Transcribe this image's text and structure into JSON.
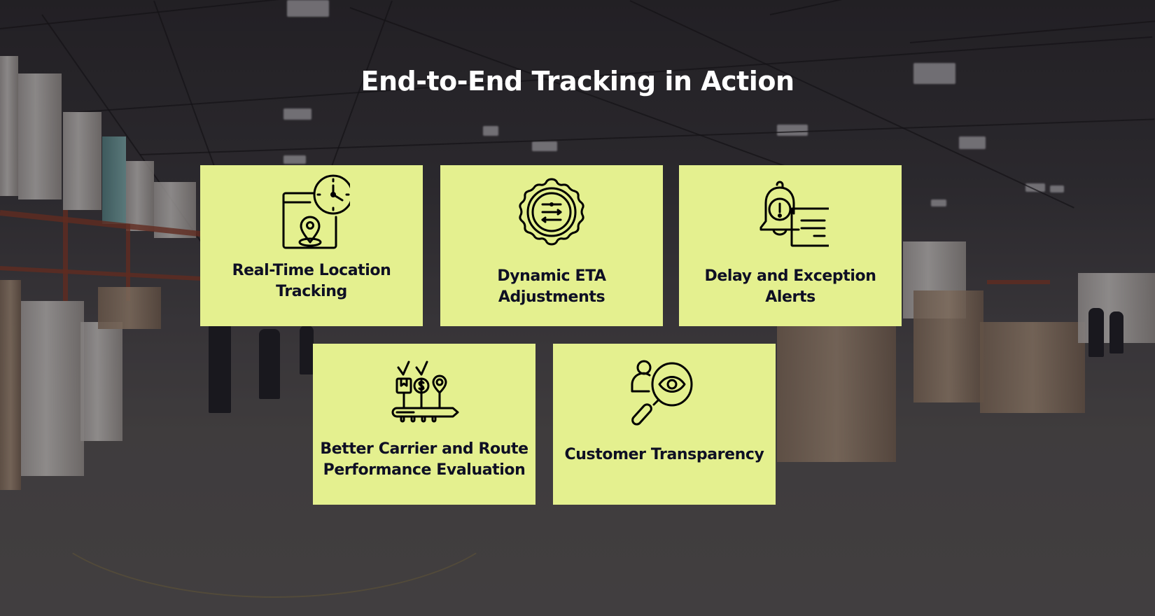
{
  "title": "End-to-End Tracking in Action",
  "colors": {
    "card_background": "#e4f08f",
    "card_text": "#0e0f24",
    "title_text": "#ffffff"
  },
  "cards": [
    {
      "label": "Real-Time Location Tracking",
      "icon": "location-clock-icon"
    },
    {
      "label": "Dynamic ETA Adjustments",
      "icon": "gear-sliders-icon"
    },
    {
      "label": "Delay and Exception Alerts",
      "icon": "alert-bell-icon"
    },
    {
      "label": "Better Carrier and Route Performance Evaluation",
      "icon": "route-performance-icon"
    },
    {
      "label": "Customer Transparency",
      "icon": "customer-eye-magnifier-icon"
    }
  ]
}
